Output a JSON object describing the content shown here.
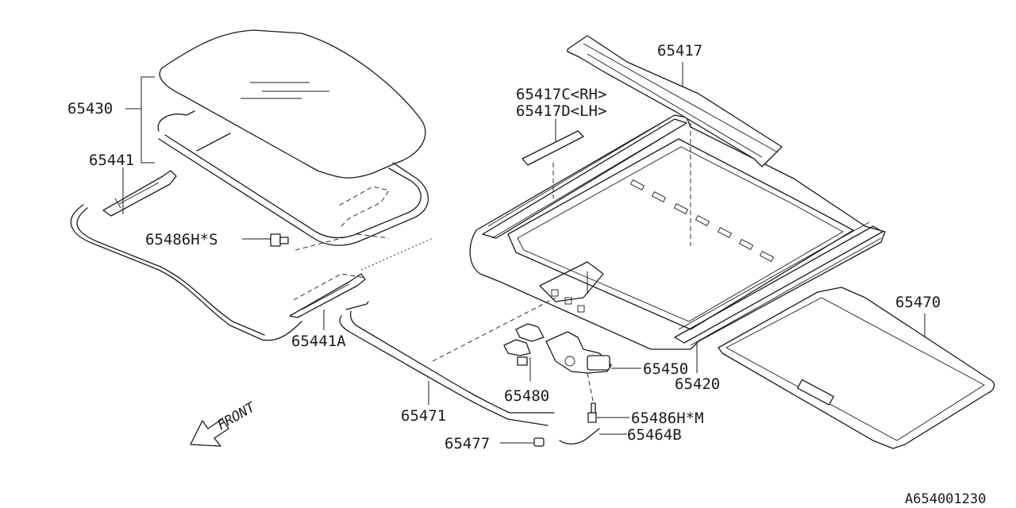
{
  "diagram": {
    "labels": {
      "p65430": "65430",
      "p65441": "65441",
      "p65486hs": "65486H*S",
      "p65441a": "65441A",
      "p65471": "65471",
      "p65417": "65417",
      "p65417c": "65417C<RH>",
      "p65417d": "65417D<LH>",
      "p65470": "65470",
      "p65450": "65450",
      "p65420": "65420",
      "p65480": "65480",
      "p65486hm": "65486H*M",
      "p65464b": "65464B",
      "p65477": "65477",
      "front": "FRONT"
    },
    "figure_code": "A654001230"
  }
}
